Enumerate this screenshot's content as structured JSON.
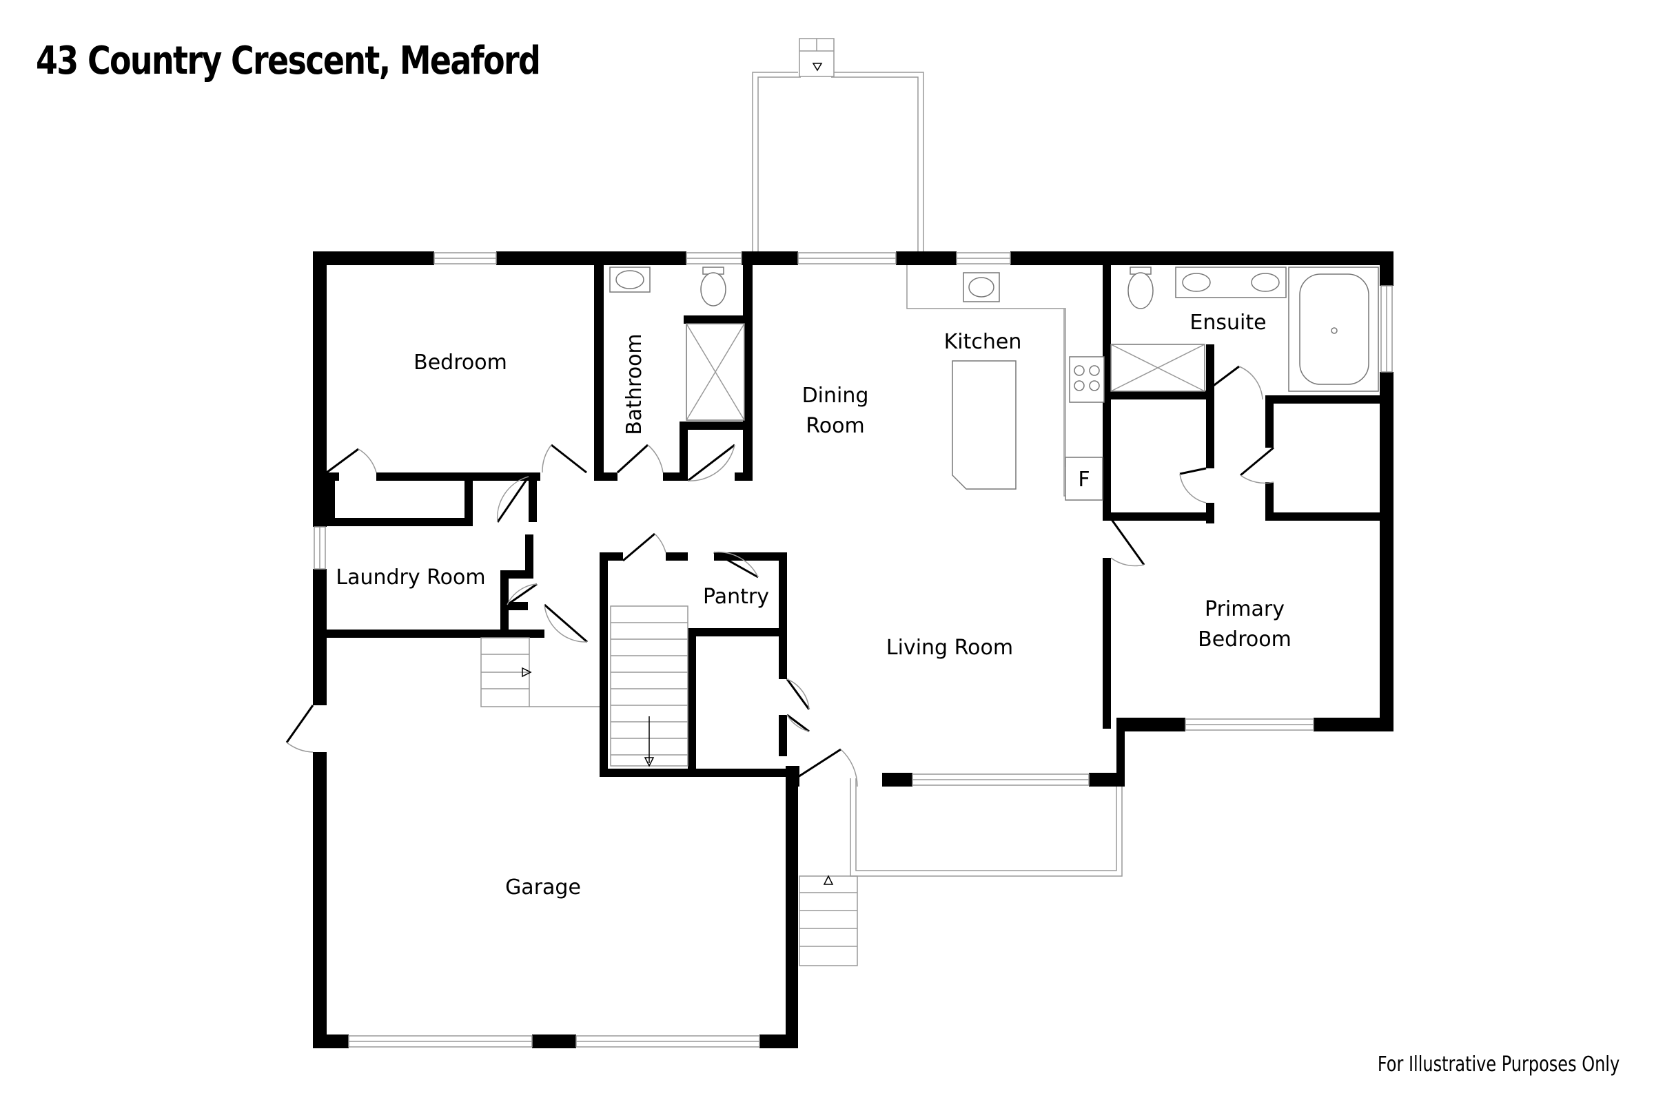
{
  "title": "43 Country Crescent, Meaford",
  "disclaimer": "For Illustrative Purposes Only",
  "rooms": {
    "bedroom": "Bedroom",
    "bathroom": "Bathroom",
    "dining_line1": "Dining",
    "dining_line2": "Room",
    "kitchen": "Kitchen",
    "ensuite": "Ensuite",
    "laundry": "Laundry Room",
    "pantry": "Pantry",
    "living": "Living Room",
    "primary_line1": "Primary",
    "primary_line2": "Bedroom",
    "garage": "Garage"
  },
  "fixtures": {
    "fridge": "F"
  }
}
